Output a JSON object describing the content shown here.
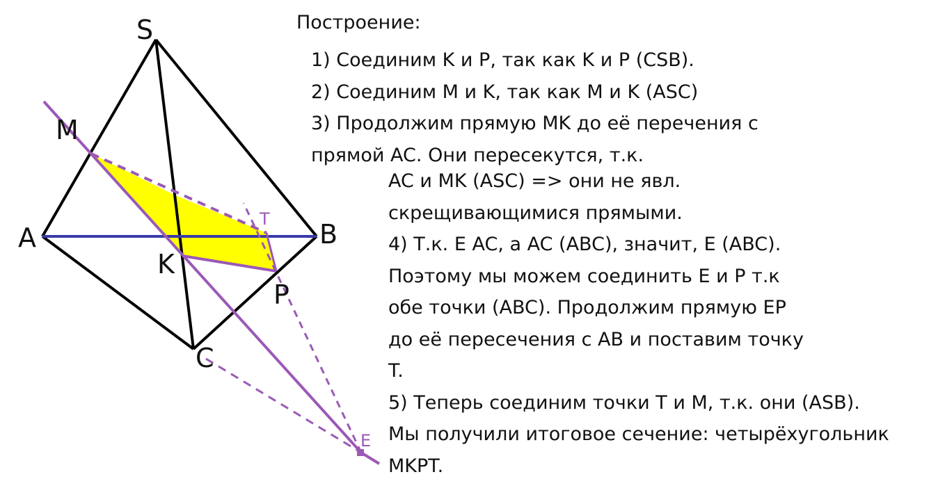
{
  "diagram": {
    "point_labels": {
      "S": "S",
      "M": "M",
      "A": "A",
      "K": "K",
      "B": "B",
      "T": "T",
      "P": "P",
      "C": "C",
      "E": "E"
    },
    "colors": {
      "edges": "#000000",
      "ab_line": "#3a3aa8",
      "construction": "#9b59b6",
      "section_fill": "#ffff00"
    }
  },
  "construction_text": {
    "heading": "Построение:",
    "block1": [
      "1) Соединим K и P, так как K и P (CSB).",
      "2) Соединим M и K, так как M и K (ASC)",
      "3) Продолжим прямую MK до её перечения с",
      "прямой  AC. Они пересекутся, т.к."
    ],
    "block2": [
      "AC и MK  (ASC) => они не явл.",
      "скрещивающимися прямыми.",
      "4) Т.к. E AC, а AC (ABC), значит, E (ABC).",
      "Поэтому мы можем соединить E и P т.к",
      "обе точки (ABC). Продолжим прямую EP",
      "до её пересечения с AB и поставим точку",
      "T.",
      "5) Теперь соединим точки T и M, т.к. они  (ASB).",
      "Мы получили итоговое сечение: четырёхугольник",
      "MKPT."
    ]
  }
}
